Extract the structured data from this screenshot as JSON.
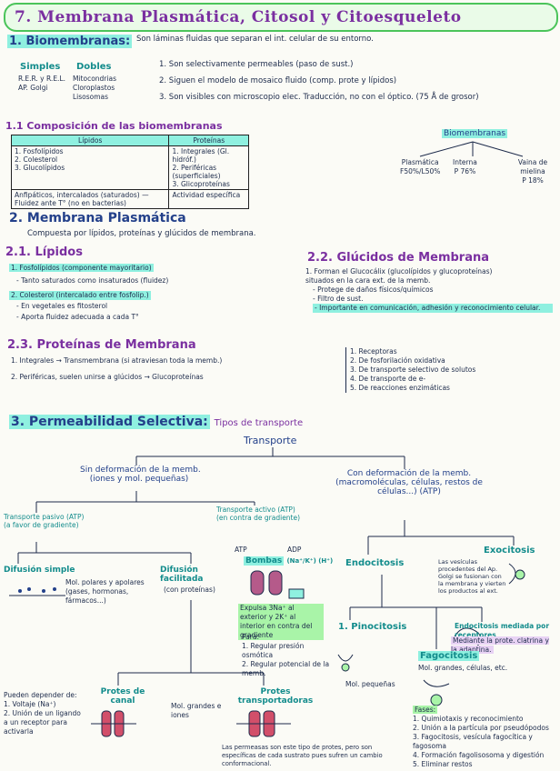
{
  "title": "7. Membrana Plasmática, Citosol y Citoesqueleto",
  "s1": {
    "heading": "1. Biomembranas:",
    "definition": "Son láminas fluidas que separan el int. celular de su entorno.",
    "simples_label": "Simples",
    "dobles_label": "Dobles",
    "simples_items": "R.E.R. y R.E.L.\nAP. Golgi",
    "dobles_items": "Mitocondrias\nCloroplastos\nLisosomas",
    "props": [
      "1. Son selectivamente permeables (paso de sust.)",
      "2. Siguen el modelo de mosaico fluido (comp. prote y lípidos)",
      "3. Son visibles con microscopio elec. Traducción, no con el óptico. (75 Å de grosor)"
    ],
    "diagram": {
      "root": "Biomembranas",
      "a": "Plasmática\nF50%/L50%",
      "b": "Interna\nP 76%",
      "c": "Vaina de mielina\nP 18%"
    }
  },
  "s11": {
    "heading": "1.1 Composición de las biomembranas",
    "col1": "Lípidos",
    "col2": "Proteínas",
    "lipidos": [
      "1. Fosfolípidos",
      "2. Colesterol",
      "3. Glucolípidos"
    ],
    "lipidos_note": "Anfipáticos, intercalados (saturados) — Fluidez ante T° (no en bacterias)",
    "proteinas": [
      "1. Integrales (Gl. hidróf.)",
      "2. Periféricas (superficiales)",
      "3. Glicoproteínas"
    ],
    "proteinas_note": "Actividad específica"
  },
  "s2": {
    "heading": "2. Membrana Plasmática",
    "desc": "Compuesta por lípidos, proteínas y glúcidos de membrana.",
    "s21": {
      "heading": "2.1. Lípidos",
      "items": [
        "1. Fosfolípidos (componente mayoritario)",
        "- Tanto saturados como insaturados (fluidez)",
        "2. Colesterol (intercalado entre fosfolip.)",
        "- En vegetales es fitosterol",
        "- Aporta fluidez adecuada a cada T°"
      ]
    },
    "s22": {
      "heading": "2.2. Glúcidos de Membrana",
      "items": [
        "1. Forman el Glucocálix (glucolípidos y glucoproteínas)",
        "situados en la cara ext. de la memb.",
        "- Protege de daños físicos/químicos",
        "- Filtro de sust.",
        "- Importante en comunicación, adhesión y reconocimiento celular."
      ]
    },
    "s23": {
      "heading": "2.3. Proteínas de Membrana",
      "items": [
        "1. Integrales → Transmembrana (si atraviesan toda la memb.)",
        "2. Periféricas, suelen unirse a glúcidos → Glucoproteínas"
      ],
      "funciones": [
        "1. Receptoras",
        "2. De fosforilación oxidativa",
        "3. De transporte selectivo de solutos",
        "4. De transporte de e-",
        "5. De reacciones enzimáticas"
      ]
    }
  },
  "s3": {
    "heading": "3. Permeabilidad Selectiva:",
    "heading_tail": "Tipos de transporte",
    "root": "Transporte",
    "sin": "Sin deformación de la memb.\n(iones y mol. pequeñas)",
    "con": "Con deformación de la memb.\n(macromoléculas, células, restos de células...) (ATP)",
    "pasivo": "Transporte pasivo (ATP)\n(a favor de gradiente)",
    "activo": "Transporte activo (ATP)\n(en contra de gradiente)",
    "difusion_simple": "Difusión simple",
    "difusion_simple_note": "Mol. polares y apolares (gases, hormonas, fármacos...)",
    "difusion_facilitada": "Difusión facilitada",
    "difusion_facilitada_note": "(con proteínas)",
    "bombas": "Bombas",
    "bombas_sub": "(Na⁺/K⁺) (H⁺)",
    "atp_label": "ATP",
    "adp_label": "ADP",
    "bombas_note": "Expulsa 3Na⁺ al exterior y 2K⁺ al interior en contra del gradiente",
    "bombas_para": "Para:",
    "bombas_list": [
      "1. Regular presión osmótica",
      "2. Regular potencial de la memb."
    ],
    "endocitosis": "Endocitosis",
    "exocitosis": "Exocitosis",
    "exocitosis_note": "Las vesículas procedentes del Ap. Golgi se fusionan con la membrana y vierten los productos al ext.",
    "pinocitosis": "1. Pinocitosis",
    "pinocitosis_note": "Mol. pequeñas",
    "endo_receptores": "Endocitosis mediada por receptores",
    "endo_receptores_note": "Mediante la prote. clatrina y la adaptina.",
    "fagocitosis": "Fagocitosis",
    "fagocitosis_note": "Mol. grandes, células, etc.",
    "canal": "Protes de canal",
    "canal_note": "Pueden depender de:",
    "canal_list": [
      "1. Voltaje (Na⁺)",
      "2. Unión de un ligando a un receptor para activarla"
    ],
    "mol_grandes": "Mol. grandes e iones",
    "transportadoras": "Protes transportadoras",
    "permeasas": "Las permeasas son este tipo de protes, pero son específicas de cada sustrato pues sufren un cambio conformacional.",
    "fases_heading": "Fases:",
    "fases": [
      "1. Quimiotaxis y reconocimiento",
      "2. Unión a la partícula por pseudópodos",
      "3. Fagocitosis, vesícula fagocítica y fagosoma",
      "4. Formación fagolisosoma y digestión",
      "5. Eliminar restos"
    ]
  }
}
